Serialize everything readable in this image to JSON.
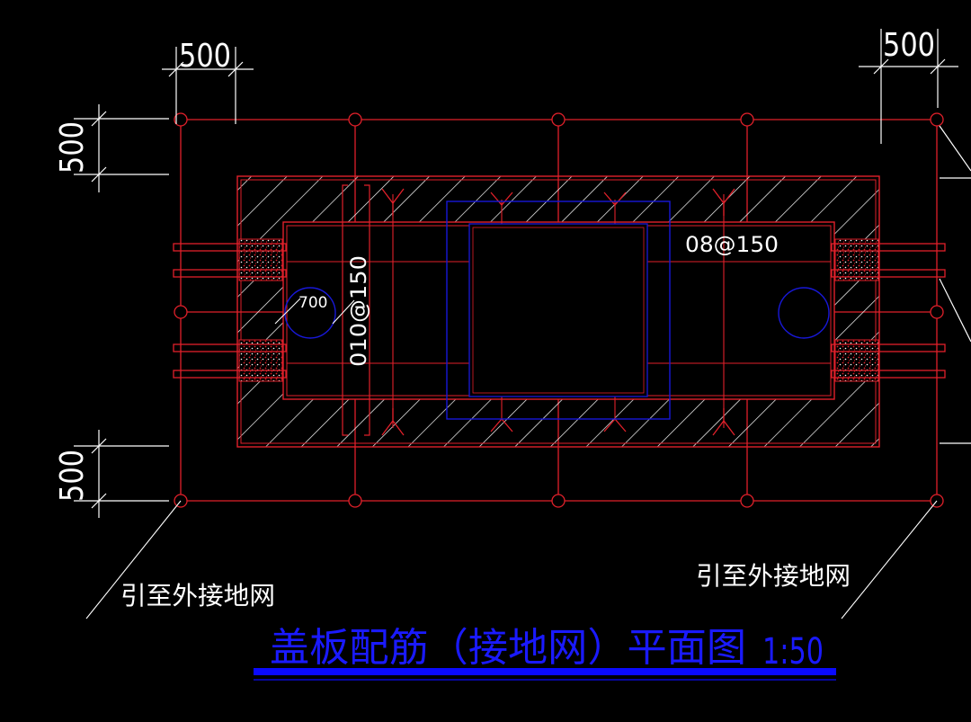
{
  "colors": {
    "background": "#000000",
    "grid_lines": "#e0202a",
    "structure": "#e0202a",
    "dimensions": "#ffffff",
    "hatch": "#ffffff",
    "opening": "#1818d8",
    "title": "#1a1aff",
    "title_bar": "#0a0aff"
  },
  "dimensions": {
    "top_left": "500",
    "top_right": "500",
    "left_upper": "500",
    "left_lower": "500"
  },
  "labels": {
    "rebar_horizontal": "08@150",
    "rebar_vertical": "010@150",
    "hole_diameter": "700",
    "note_left": "引至外接地网",
    "note_right": "引至外接地网"
  },
  "title": {
    "text": "盖板配筋（接地网）平面图",
    "scale": "1:50"
  }
}
